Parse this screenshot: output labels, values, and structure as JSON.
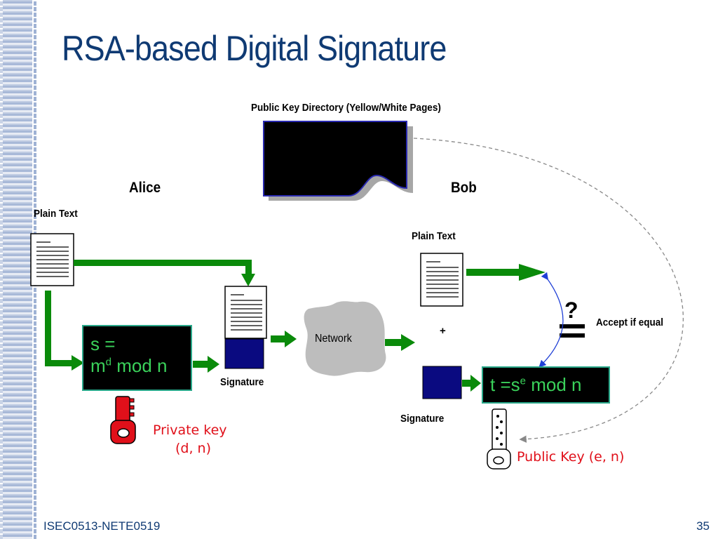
{
  "slide": {
    "title": "RSA-based Digital Signature",
    "footer_left": "ISEC0513-NETE0519",
    "page_number": "35"
  },
  "diagram": {
    "directory_label": "Public Key Directory (Yellow/White Pages)",
    "alice": "Alice",
    "bob": "Bob",
    "alice_plain_text": "Plain Text",
    "bob_plain_text": "Plain Text",
    "sign_formula_line1": "s =",
    "sign_formula_m": "m",
    "sign_formula_sup": "d",
    "sign_formula_rest": " mod n",
    "signature_alice": "Signature",
    "signature_bob": "Signature",
    "network": "Network",
    "plus": "+",
    "verify_formula_prefix": "t =s",
    "verify_formula_sup": "e",
    "verify_formula_rest": " mod n",
    "question": "?",
    "accept": "Accept if equal",
    "private_key_line1": "Private key",
    "private_key_line2": "(d, n)",
    "public_key": "Public Key (e, n)"
  },
  "colors": {
    "title": "#0f3a73",
    "arrow_green": "#0a8a0a",
    "signature_block": "#0a0a80",
    "key_red": "#e0101a",
    "formula_text": "#3ad15a"
  }
}
